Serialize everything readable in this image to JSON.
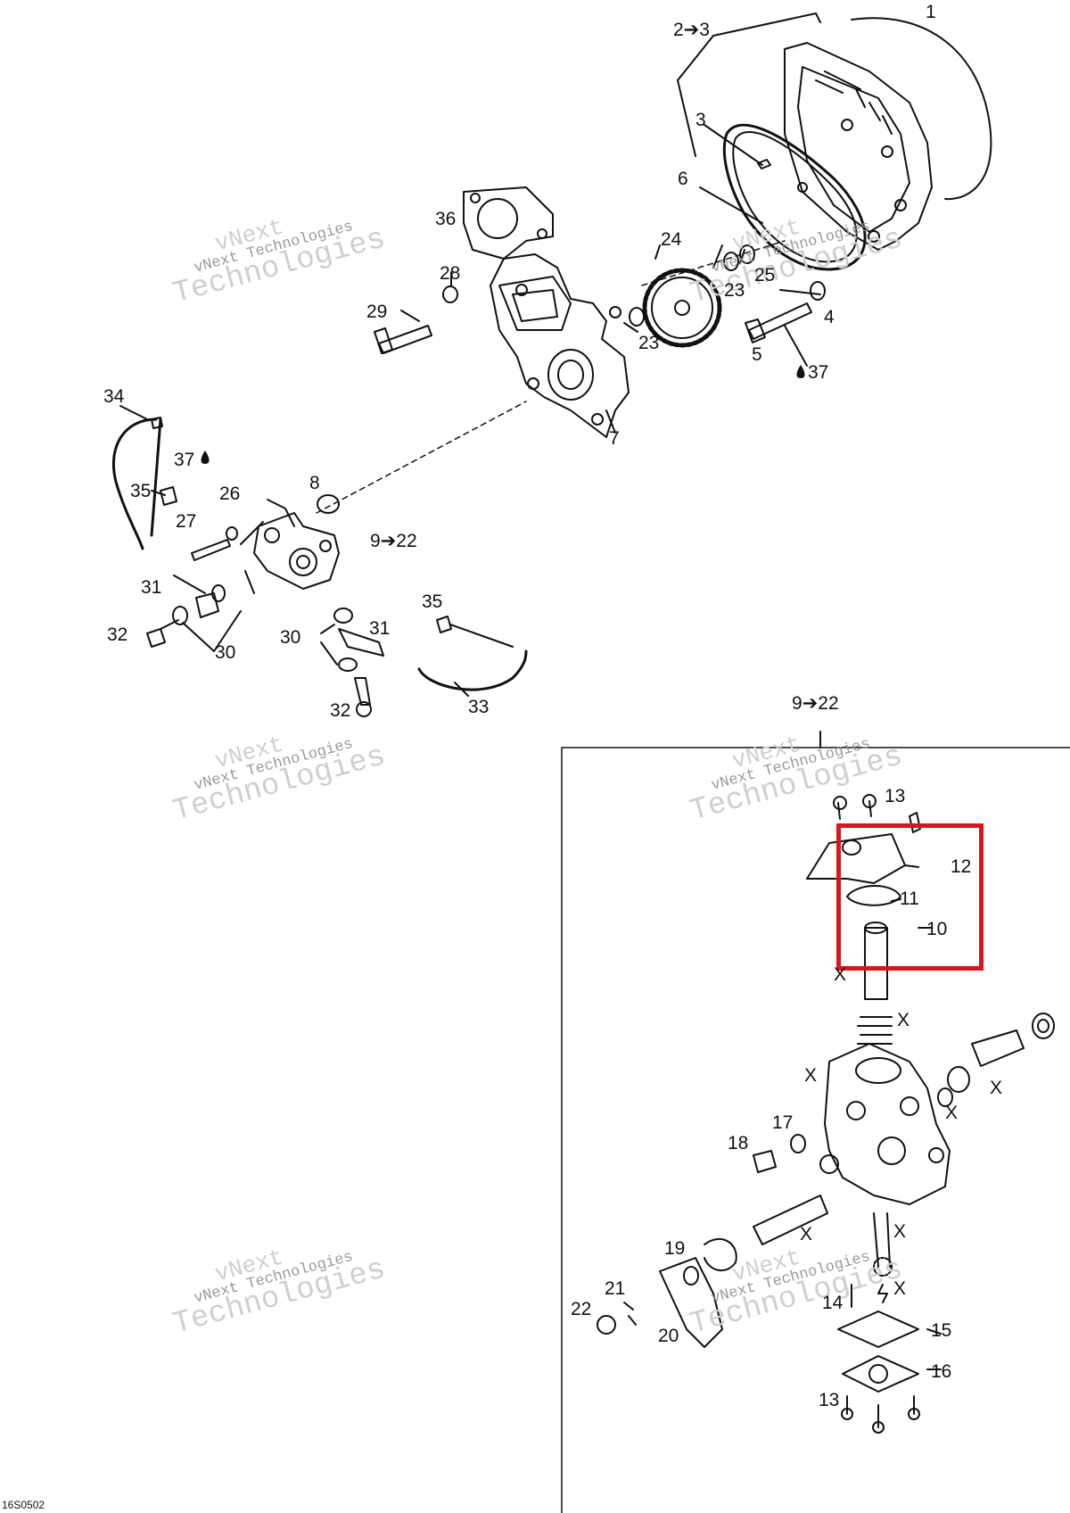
{
  "watermarks": [
    {
      "line1": "vNext",
      "line2": "vNext Technologies",
      "line3": "Technologies"
    },
    {
      "line1": "vNext",
      "line2": "vNext Technologies",
      "line3": "Technologies"
    },
    {
      "line1": "vNext",
      "line2": "vNext Technologies",
      "line3": "Technologies"
    },
    {
      "line1": "vNext",
      "line2": "vNext Technologies",
      "line3": "Technologies"
    },
    {
      "line1": "vNext",
      "line2": "vNext Technologies",
      "line3": "Technologies"
    },
    {
      "line1": "vNext",
      "line2": "vNext Technologies",
      "line3": "Technologies"
    }
  ],
  "callouts": {
    "c1": "1",
    "c2_3": "2➔3",
    "c3": "3",
    "c6": "6",
    "c36": "36",
    "c24": "24",
    "c23a": "23",
    "c25": "25",
    "c28": "28",
    "c29": "29",
    "c23b": "23",
    "c4": "4",
    "c5": "5",
    "c37a": "37",
    "c7": "7",
    "c34": "34",
    "c37b": "37",
    "c35a": "35",
    "c26": "26",
    "c8": "8",
    "c27": "27",
    "c9_22a": "9➔22",
    "c31a": "31",
    "c32a": "32",
    "c30a": "30",
    "c35b": "35",
    "c30b": "30",
    "c31b": "31",
    "c33": "33",
    "c32b": "32",
    "c9_22b": "9➔22",
    "c13a": "13",
    "c12": "12",
    "c11": "11",
    "c10": "10",
    "x1": "X",
    "x2": "X",
    "x3": "X",
    "x4": "X",
    "x5": "X",
    "x6": "X",
    "x7": "X",
    "x8": "X",
    "c17": "17",
    "c18": "18",
    "c19": "19",
    "c21": "21",
    "c22": "22",
    "c20": "20",
    "c14": "14",
    "c15": "15",
    "c16": "16",
    "c13b": "13"
  },
  "diagram_code": "16S0502",
  "colors": {
    "line": "#111111",
    "highlight": "#d9161d",
    "watermark": "#cfcfcf"
  },
  "icons": {
    "oil_drop": "oil-drop-icon"
  }
}
